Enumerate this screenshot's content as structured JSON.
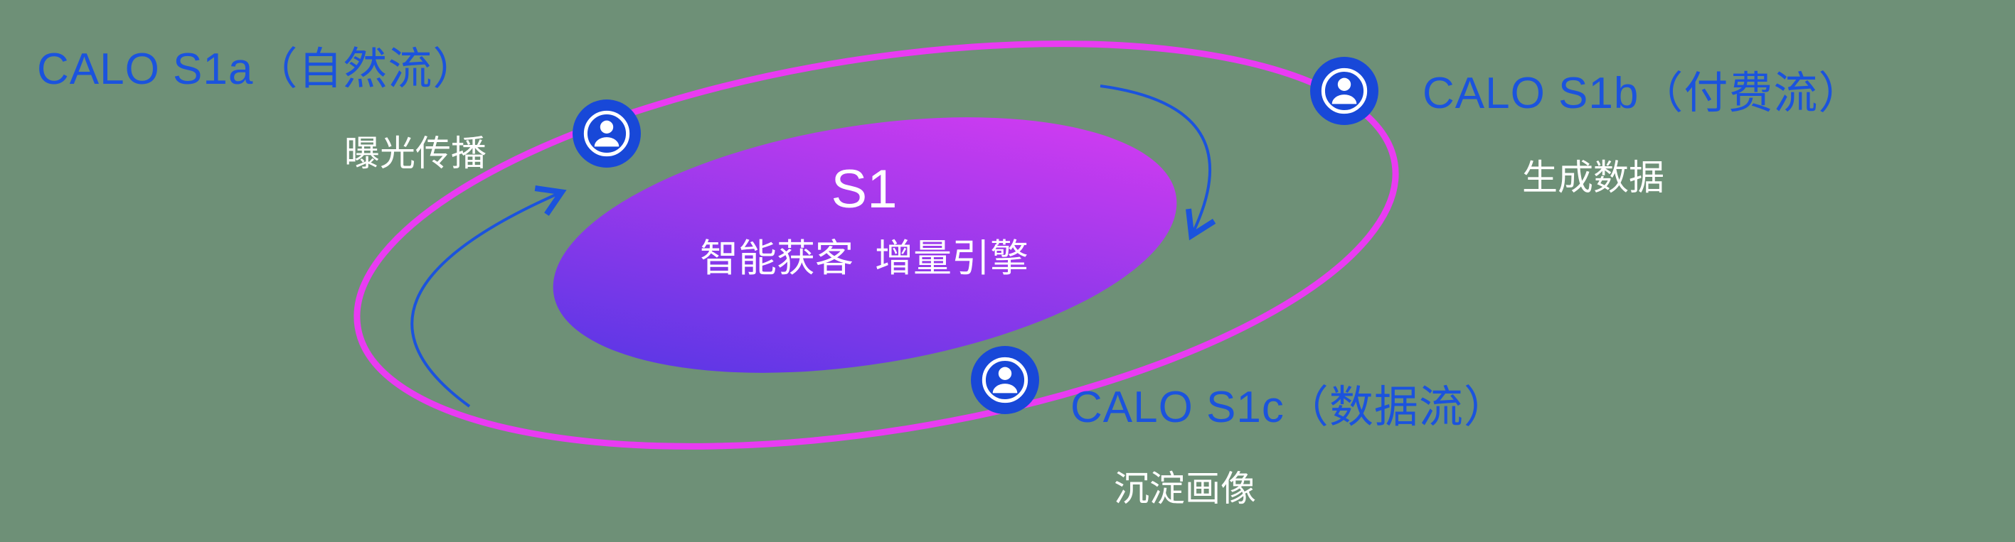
{
  "diagram": {
    "background_color": "#6e9077",
    "accent_blue": "#1b53dd",
    "orbit_color": "#e93bf2",
    "core_gradient_start": "#4a36e4",
    "core_gradient_end": "#e23cf2",
    "node_color": "#1848d8",
    "text_white": "#ffffff"
  },
  "center": {
    "title": "S1",
    "subtitle": "智能获客  增量引擎"
  },
  "nodes": [
    {
      "id": "s1a",
      "label": "CALO S1a（自然流）",
      "sublabel": "曝光传播",
      "icon": "user-in-circle-icon"
    },
    {
      "id": "s1b",
      "label": "CALO S1b（付费流）",
      "sublabel": "生成数据",
      "icon": "user-in-circle-icon"
    },
    {
      "id": "s1c",
      "label": "CALO S1c（数据流）",
      "sublabel": "沉淀画像",
      "icon": "user-in-circle-icon"
    }
  ]
}
